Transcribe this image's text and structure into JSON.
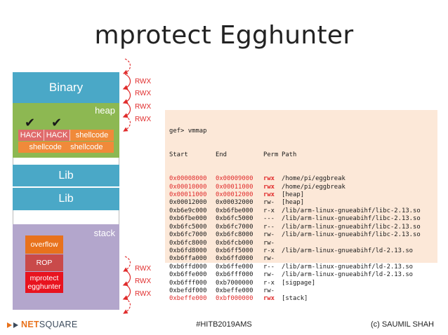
{
  "title": "mprotect Egghunter",
  "memory_map": {
    "binary": {
      "label": "Binary"
    },
    "heap": {
      "label": "heap",
      "row1": [
        "HACK",
        "HACK",
        "shellcode"
      ],
      "row2": [
        "shellcode",
        "shellcode"
      ]
    },
    "libs": [
      "Lib",
      "Lib"
    ],
    "stack": {
      "label": "stack",
      "boxes": [
        {
          "label": "overflow",
          "color": "#e8721c"
        },
        {
          "label": "ROP",
          "color": "#c94a4a"
        },
        {
          "label": "mprotect\negghunter",
          "color": "#e8131f"
        }
      ]
    }
  },
  "rwx_labels": [
    "RWX",
    "RWX",
    "RWX",
    "RWX",
    "RWX",
    "RWX",
    "RWX"
  ],
  "terminal": {
    "prompt": "gef> vmmap",
    "header": {
      "start": "Start",
      "end": "End",
      "perm": "Perm",
      "path": "Path"
    },
    "rows": [
      {
        "start": "0x00008000",
        "end": "0x00009000",
        "perm": "rwx",
        "path": "/home/pi/eggbreak",
        "highlight": true
      },
      {
        "start": "0x00010000",
        "end": "0x00011000",
        "perm": "rwx",
        "path": "/home/pi/eggbreak",
        "highlight": true
      },
      {
        "start": "0x00011000",
        "end": "0x00012000",
        "perm": "rwx",
        "path": "[heap]",
        "highlight": true
      },
      {
        "start": "0x00012000",
        "end": "0x00032000",
        "perm": "rw-",
        "path": "[heap]",
        "highlight": false
      },
      {
        "start": "0xb6e9c000",
        "end": "0xb6fbe000",
        "perm": "r-x",
        "path": "/lib/arm-linux-gnueabihf/libc-2.13.so",
        "highlight": false
      },
      {
        "start": "0xb6fbe000",
        "end": "0xb6fc5000",
        "perm": "---",
        "path": "/lib/arm-linux-gnueabihf/libc-2.13.so",
        "highlight": false
      },
      {
        "start": "0xb6fc5000",
        "end": "0xb6fc7000",
        "perm": "r--",
        "path": "/lib/arm-linux-gnueabihf/libc-2.13.so",
        "highlight": false
      },
      {
        "start": "0xb6fc7000",
        "end": "0xb6fc8000",
        "perm": "rw-",
        "path": "/lib/arm-linux-gnueabihf/libc-2.13.so",
        "highlight": false
      },
      {
        "start": "0xb6fc8000",
        "end": "0xb6fcb000",
        "perm": "rw-",
        "path": "",
        "highlight": false
      },
      {
        "start": "0xb6fd8000",
        "end": "0xb6ff5000",
        "perm": "r-x",
        "path": "/lib/arm-linux-gnueabihf/ld-2.13.so",
        "highlight": false
      },
      {
        "start": "0xb6ffa000",
        "end": "0xb6ffd000",
        "perm": "rw-",
        "path": "",
        "highlight": false
      },
      {
        "start": "0xb6ffd000",
        "end": "0xb6ffe000",
        "perm": "r--",
        "path": "/lib/arm-linux-gnueabihf/ld-2.13.so",
        "highlight": false
      },
      {
        "start": "0xb6ffe000",
        "end": "0xb6fff000",
        "perm": "rw-",
        "path": "/lib/arm-linux-gnueabihf/ld-2.13.so",
        "highlight": false
      },
      {
        "start": "0xb6fff000",
        "end": "0xb7000000",
        "perm": "r-x",
        "path": "[sigpage]",
        "highlight": false
      },
      {
        "start": "0xbefdf000",
        "end": "0xbeffe000",
        "perm": "rw-",
        "path": "",
        "highlight": false
      },
      {
        "start": "0xbeffe000",
        "end": "0xbf000000",
        "perm": "rwx",
        "path": "[stack]",
        "highlight": true
      }
    ]
  },
  "footer": {
    "logo_net": "NET",
    "logo_square": "SQUARE",
    "tag": "#HITB2019AMS",
    "copyright": "(c) SAUMIL SHAH"
  },
  "colors": {
    "binary_lib": "#4aa8c7",
    "heap": "#8db852",
    "stack": "#b3a6cc",
    "rwx": "#e02b2b",
    "terminal_bg": "#fce8d8",
    "logo_net": "#e8721c",
    "logo_square": "#3c4b5c"
  },
  "icons": [
    "checkmark-icon",
    "curved-arrow-icon",
    "netsquare-logo-icon"
  ]
}
